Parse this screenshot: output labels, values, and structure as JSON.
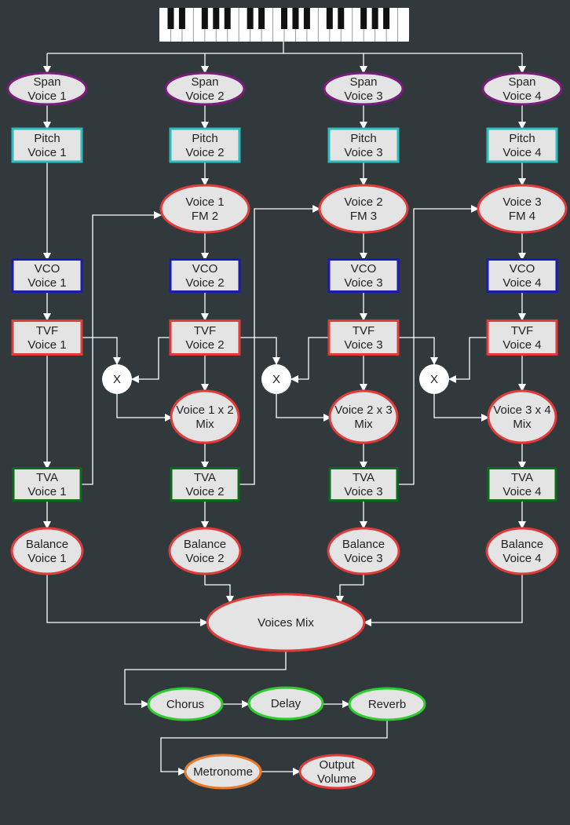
{
  "title": "Synthesizer signal flow",
  "colors": {
    "background": "#31393c",
    "span": "#7a1c7c",
    "pitch": "#2bbcbc",
    "vco": "#1c1cb0",
    "red": "#e03a3a",
    "tva": "#0b6b1b",
    "effect": "#2bcc2b",
    "metronome": "#e8792a",
    "fill": "#e4e4e4"
  },
  "nodes": {
    "span1": "Span\nVoice 1",
    "span2": "Span\nVoice 2",
    "span3": "Span\nVoice 3",
    "span4": "Span\nVoice 4",
    "pitch1": "Pitch\nVoice 1",
    "pitch2": "Pitch\nVoice 2",
    "pitch3": "Pitch\nVoice 3",
    "pitch4": "Pitch\nVoice 4",
    "fm2": "Voice 1\nFM 2",
    "fm3": "Voice 2\nFM 3",
    "fm4": "Voice 3\nFM 4",
    "vco1": "VCO\nVoice 1",
    "vco2": "VCO\nVoice 2",
    "vco3": "VCO\nVoice 3",
    "vco4": "VCO\nVoice 4",
    "tvf1": "TVF\nVoice 1",
    "tvf2": "TVF\nVoice 2",
    "tvf3": "TVF\nVoice 3",
    "tvf4": "TVF\nVoice 4",
    "x1": "X",
    "x2": "X",
    "x3": "X",
    "mix2": "Voice 1 x 2\nMix",
    "mix3": "Voice 2 x 3\nMix",
    "mix4": "Voice 3 x 4\nMix",
    "tva1": "TVA\nVoice 1",
    "tva2": "TVA\nVoice 2",
    "tva3": "TVA\nVoice 3",
    "tva4": "TVA\nVoice 4",
    "bal1": "Balance\nVoice 1",
    "bal2": "Balance\nVoice 2",
    "bal3": "Balance\nVoice 3",
    "bal4": "Balance\nVoice 4",
    "voicesmix": "Voices Mix",
    "chorus": "Chorus",
    "delay": "Delay",
    "reverb": "Reverb",
    "metronome": "Metronome",
    "output": "Output\nVolume"
  }
}
